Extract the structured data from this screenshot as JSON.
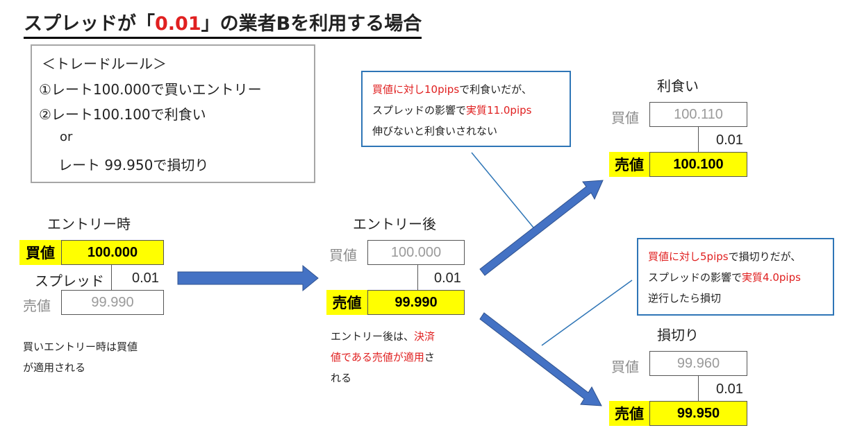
{
  "title": {
    "prefix": "スプレッドが「",
    "highlight": "0.01",
    "suffix": "」の業者Bを利用する場合"
  },
  "rules": {
    "heading": "＜トレードルール＞",
    "rule1": "①レート100.000で買いエントリー",
    "rule2": "②レート100.100で利食い",
    "or": "or",
    "rule3": "レート 99.950で損切り"
  },
  "entry": {
    "heading": "エントリー時",
    "buy_label": "買値",
    "buy_value": "100.000",
    "spread_label": "スプレッド",
    "spread_value": "0.01",
    "sell_label": "売値",
    "sell_value": "99.990",
    "note_line1": "買いエントリー時は買値",
    "note_line2": "が適用される"
  },
  "after": {
    "heading": "エントリー後",
    "buy_label": "買値",
    "buy_value": "100.000",
    "spread_value": "0.01",
    "sell_label": "売値",
    "sell_value": "99.990",
    "note_a": "エントリー後は、",
    "note_b_red": "決済",
    "note_c_red": "値である売値が適用",
    "note_d": "さ",
    "note_e": "れる"
  },
  "profit": {
    "heading": "利食い",
    "buy_label": "買値",
    "buy_value": "100.110",
    "spread_value": "0.01",
    "sell_label": "売値",
    "sell_value": "100.100"
  },
  "loss": {
    "heading": "損切り",
    "buy_label": "買値",
    "buy_value": "99.960",
    "spread_value": "0.01",
    "sell_label": "売値",
    "sell_value": "99.950"
  },
  "callout_profit": {
    "l1_red": "買値に対し",
    "l1_red_num": "10pips",
    "l1_tail": "で利食いだが、",
    "l2_head": "スプレッドの影響で",
    "l2_red": "実質",
    "l2_red_num": "11.0pips",
    "l3": "伸びないと利食いされない"
  },
  "callout_loss": {
    "l1_red": "買値に対し",
    "l1_red_num": "5pips",
    "l1_tail": "で損切りだが、",
    "l2_head": "スプレッドの影響で",
    "l2_red": "実質",
    "l2_red_num": "4.0pips",
    "l3": "逆行したら損切"
  },
  "colors": {
    "highlight_yellow": "#ffff00",
    "accent_red": "#e02020",
    "arrow_blue": "#4472c4",
    "callout_border": "#2e75b6"
  }
}
